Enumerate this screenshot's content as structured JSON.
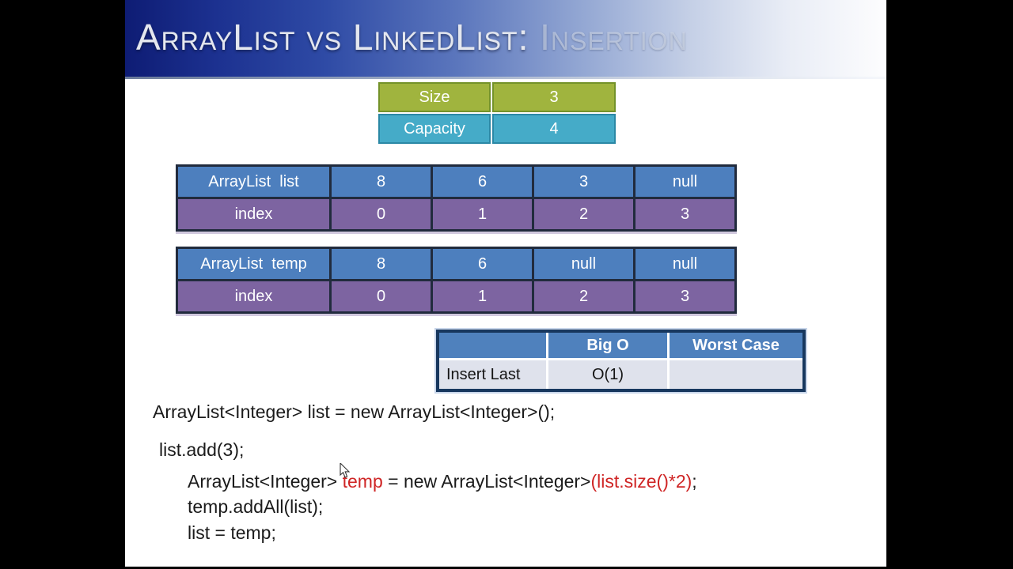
{
  "title": {
    "main": "ArrayList vs LinkedList:",
    "accent": "Insertion"
  },
  "size_capacity_table": {
    "rows": [
      {
        "label": "Size",
        "value": "3"
      },
      {
        "label": "Capacity",
        "value": "4"
      }
    ]
  },
  "list_table": {
    "label": "ArrayList  list",
    "values": [
      "8",
      "6",
      "3",
      "null"
    ],
    "index_label": "index",
    "indices": [
      "0",
      "1",
      "2",
      "3"
    ]
  },
  "temp_table": {
    "label": "ArrayList  temp",
    "values": [
      "8",
      "6",
      "null",
      "null"
    ],
    "index_label": "index",
    "indices": [
      "0",
      "1",
      "2",
      "3"
    ]
  },
  "bigo_table": {
    "headers": [
      "",
      "Big O",
      "Worst Case"
    ],
    "rows": [
      {
        "operation": "Insert Last",
        "big_o": "O(1)",
        "worst_case": ""
      }
    ]
  },
  "code": {
    "lines": [
      {
        "segments": [
          {
            "text": "ArrayList<Integer> list = new ArrayList<Integer>();"
          }
        ]
      },
      {
        "segments": [
          {
            "text": "list.add(3);"
          }
        ]
      },
      {
        "segments": [
          {
            "text": "ArrayList<Integer> "
          },
          {
            "text": "temp"
          },
          {
            "text": " = new ArrayList<Integer>"
          },
          {
            "text": "(list.size()*2)"
          },
          {
            "text": ";"
          }
        ]
      },
      {
        "segments": [
          {
            "text": "temp.addAll(list);"
          }
        ]
      },
      {
        "segments": [
          {
            "text": "list = temp;"
          }
        ]
      }
    ]
  },
  "colors": {
    "banner_left": "#0e1c74",
    "banner_right": "#fdfdfe",
    "size_green": "#a0b43e",
    "capacity_teal": "#45abc8",
    "array_blue": "#4d7fbe",
    "index_purple": "#7d64a1",
    "bigo_header_blue": "#4f81bd",
    "bigo_body_gray": "#dfe2ec",
    "bigo_border_navy": "#17375e",
    "code_red": "#cf2525",
    "code_black": "#1b1b1b",
    "letterbox_black": "#000000"
  }
}
